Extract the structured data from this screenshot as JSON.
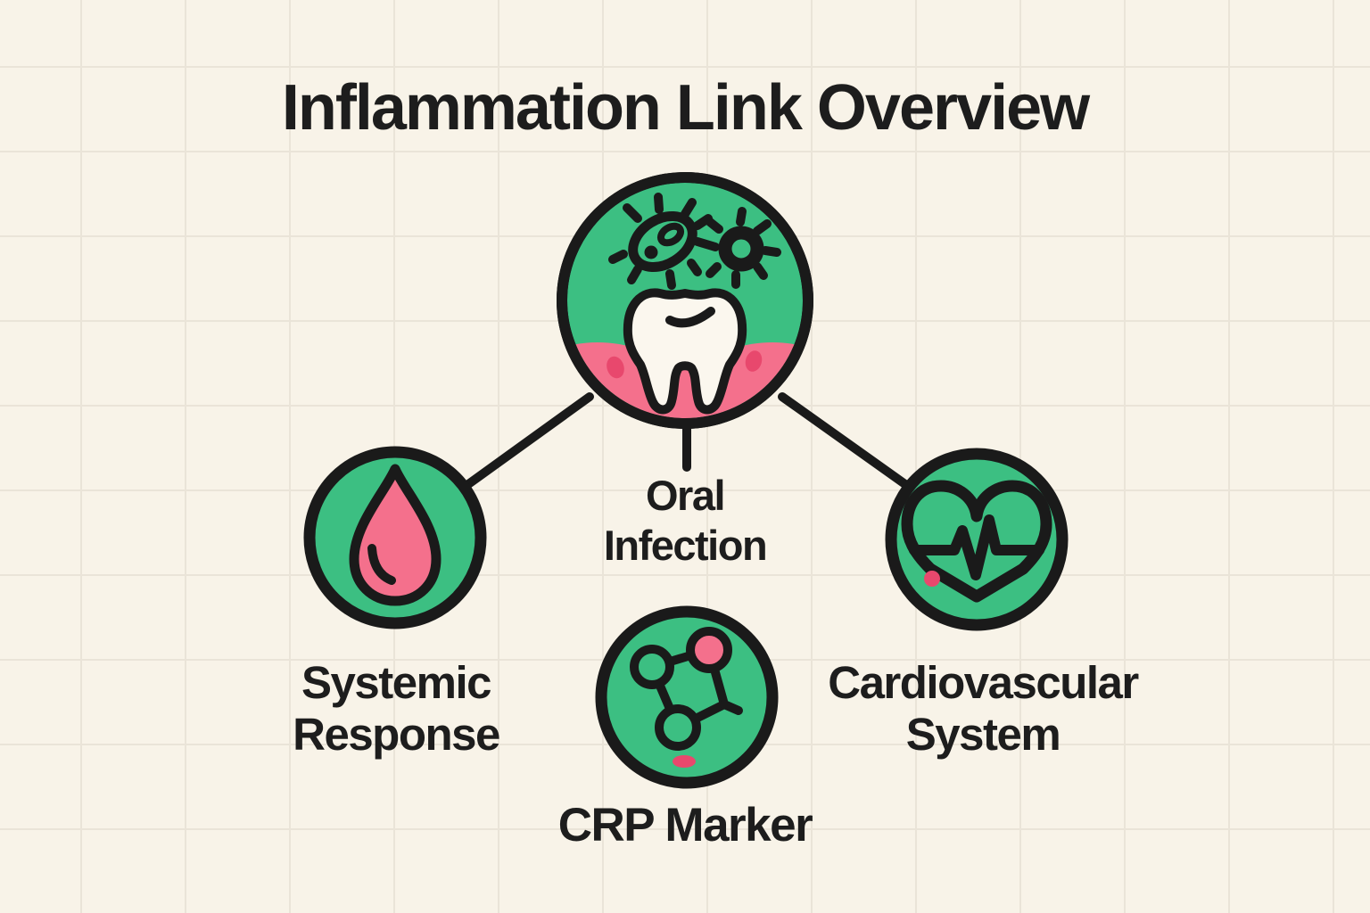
{
  "title": "Inflammation Link Overview",
  "theme": {
    "background": "#F8F3E8",
    "grid_line": "#EAE4D8",
    "node_fill": "#3CBF82",
    "accent_pink": "#F4708C",
    "accent_pink_dark": "#E8486D",
    "outline": "#1A1A1A",
    "text": "#1D1D1D",
    "tooth_white": "#FBF7EE"
  },
  "diagram": {
    "center_node": {
      "id": "oral-infection",
      "label_line1": "Oral",
      "label_line2": "Infection",
      "icon": "tooth-with-bacteria-and-gums"
    },
    "left_node": {
      "id": "systemic-response",
      "label_line1": "Systemic",
      "label_line2": "Response",
      "icon": "blood-drop"
    },
    "right_node": {
      "id": "cardiovascular-system",
      "label_line1": "Cardiovascular",
      "label_line2": "System",
      "icon": "heart-with-ekg-pulse"
    },
    "bottom_node": {
      "id": "crp-marker",
      "label_line1": "CRP Marker",
      "icon": "molecule"
    },
    "connections": [
      {
        "from": "Oral Infection",
        "to": "Systemic Response"
      },
      {
        "from": "Oral Infection",
        "to": "Cardiovascular System"
      }
    ]
  }
}
